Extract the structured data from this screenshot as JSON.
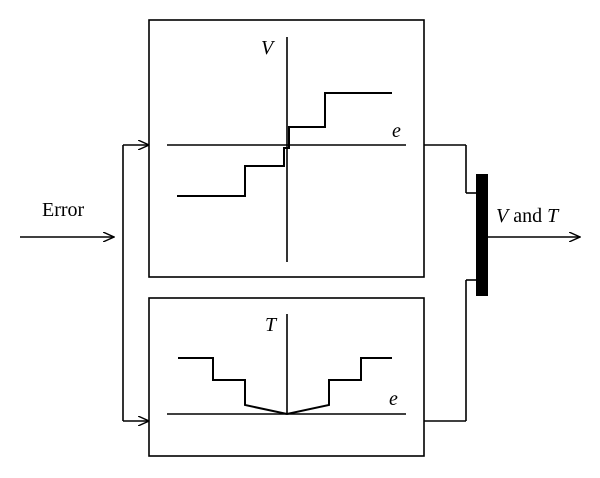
{
  "input_label": "Error",
  "output_label": {
    "v": "V",
    "and": " and ",
    "t": "T"
  },
  "upper_block": {
    "vertical_axis_label": "V",
    "horizontal_axis_label": "e"
  },
  "lower_block": {
    "vertical_axis_label": "T",
    "horizontal_axis_label": "e"
  }
}
